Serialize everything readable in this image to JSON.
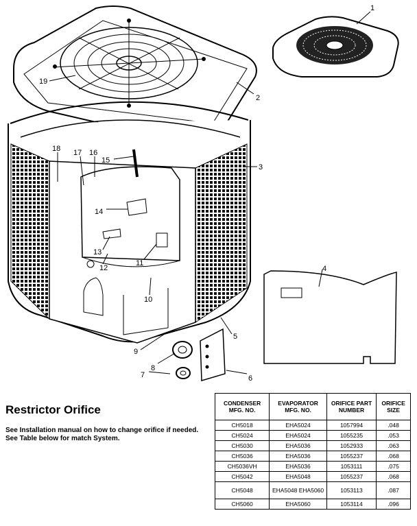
{
  "callouts": [
    {
      "id": "1",
      "label": "1"
    },
    {
      "id": "2",
      "label": "2"
    },
    {
      "id": "3",
      "label": "3"
    },
    {
      "id": "4",
      "label": "4"
    },
    {
      "id": "5",
      "label": "5"
    },
    {
      "id": "6",
      "label": "6"
    },
    {
      "id": "7",
      "label": "7"
    },
    {
      "id": "8",
      "label": "8"
    },
    {
      "id": "9",
      "label": "9"
    },
    {
      "id": "10",
      "label": "10"
    },
    {
      "id": "11",
      "label": "11"
    },
    {
      "id": "12",
      "label": "12"
    },
    {
      "id": "13",
      "label": "13"
    },
    {
      "id": "14",
      "label": "14"
    },
    {
      "id": "15",
      "label": "15"
    },
    {
      "id": "16",
      "label": "16"
    },
    {
      "id": "17",
      "label": "17"
    },
    {
      "id": "18",
      "label": "18"
    },
    {
      "id": "19",
      "label": "19"
    }
  ],
  "section": {
    "title": "Restrictor Orifice",
    "note": "See Installation manual on how to change orifice if needed. See Table below for match System."
  },
  "table": {
    "headers": {
      "condenser": "CONDENSER MFG. NO.",
      "evaporator": "EVAPORATOR MFG. NO.",
      "part": "ORIFICE PART NUMBER",
      "size": "ORIFICE SIZE"
    },
    "rows": [
      {
        "condenser": "CH5018",
        "evaporator": "EHA5024",
        "part": "1057994",
        "size": ".048"
      },
      {
        "condenser": "CH5024",
        "evaporator": "EHA5024",
        "part": "1055235",
        "size": ".053"
      },
      {
        "condenser": "CH5030",
        "evaporator": "EHA5036",
        "part": "1052933",
        "size": ".063"
      },
      {
        "condenser": "CH5036",
        "evaporator": "EHA5036",
        "part": "1055237",
        "size": ".068"
      },
      {
        "condenser": "CH5036VH",
        "evaporator": "EHA5036",
        "part": "1053111",
        "size": ".075"
      },
      {
        "condenser": "CH5042",
        "evaporator": "EHA5048",
        "part": "1055237",
        "size": ".068"
      },
      {
        "condenser": "CH5048",
        "evaporator": "EHA5048 EHA5060",
        "part": "1053113",
        "size": ".087"
      },
      {
        "condenser": "CH5060",
        "evaporator": "EHA5060",
        "part": "1053114",
        "size": ".096"
      }
    ]
  }
}
